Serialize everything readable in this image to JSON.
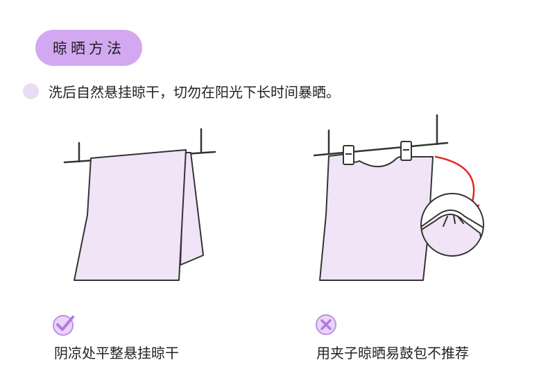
{
  "header": {
    "title": "晾晒方法"
  },
  "tip": {
    "text": "洗后自然悬挂晾干，切勿在阳光下长时间暴晒。"
  },
  "good": {
    "caption": "阴凉处平整悬挂晾干",
    "icon": "check-icon"
  },
  "bad": {
    "caption": "用夹子晾晒易鼓包不推荐",
    "icon": "cross-icon"
  },
  "colors": {
    "accent": "#d4a8f1",
    "towel_fill": "#f1e4f7",
    "outline": "#333333",
    "arrow": "#e8251f"
  }
}
